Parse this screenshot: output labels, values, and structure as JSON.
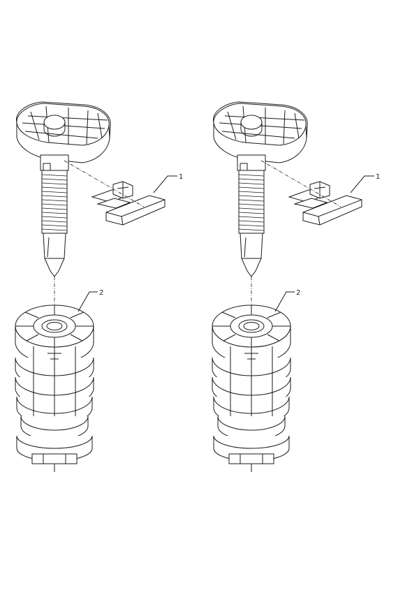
{
  "drawing": {
    "assemblies": [
      {
        "side": "left",
        "callouts": [
          {
            "number": "1",
            "part": "locking-clip"
          },
          {
            "number": "2",
            "part": "foot-base"
          }
        ]
      },
      {
        "side": "right",
        "callouts": [
          {
            "number": "1",
            "part": "locking-clip"
          },
          {
            "number": "2",
            "part": "foot-base"
          }
        ]
      }
    ],
    "colors": {
      "line": "#1a1a1a",
      "background": "#ffffff"
    }
  }
}
